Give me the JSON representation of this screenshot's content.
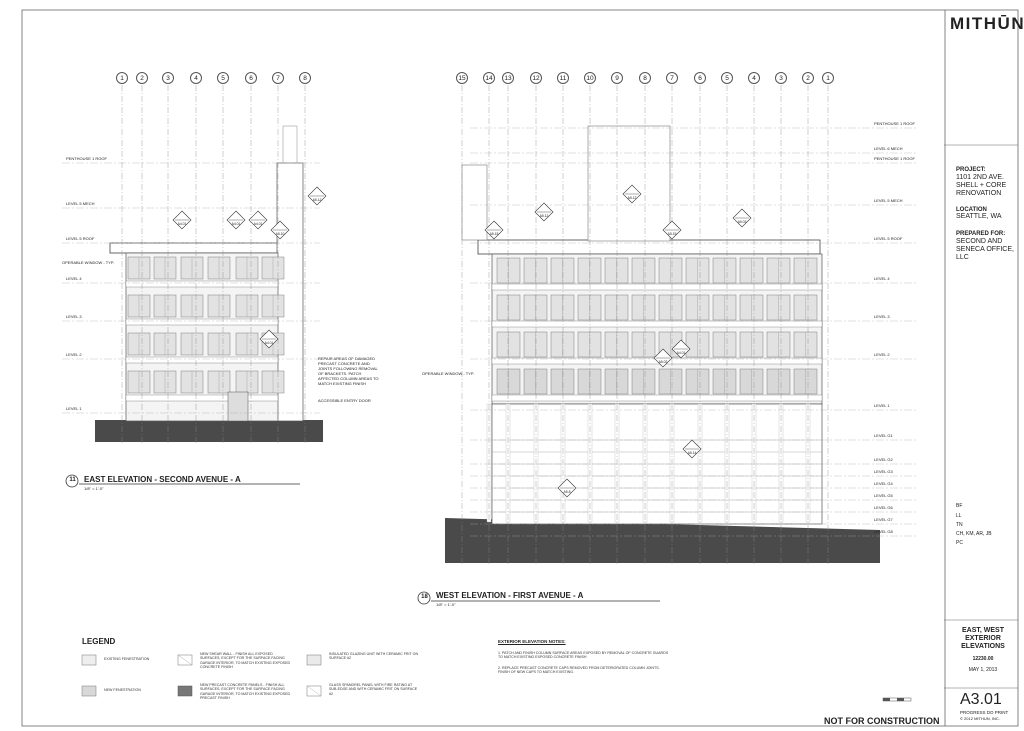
{
  "sheet": {
    "firm": "MITHŪN",
    "project_label": "PROJECT:",
    "project_name": "1101 2ND AVE. SHELL + CORE RENOVATION",
    "location_label": "LOCATION",
    "location": "SEATTLE, WA",
    "prepared_for_label": "PREPARED FOR:",
    "client": "SECOND AND SENECA OFFICE, LLC",
    "sheet_title": "EAST, WEST EXTERIOR ELEVATIONS",
    "project_number": "12230.00",
    "date": "MAY 1, 2013",
    "sheet_number": "A3.01",
    "status": "PROGRESS DO PRINT",
    "copyright": "© 2012 MITHUN, INC.",
    "initials": [
      "BF",
      "LL",
      "TN",
      "CH, KM, AR, JB",
      "PC"
    ],
    "stamp": "NOT FOR CONSTRUCTION"
  },
  "east_elevation": {
    "number": "11",
    "title": "EAST ELEVATION - SECOND AVENUE - A",
    "scale": "1/8\" = 1'-0\"",
    "grid_labels": [
      "1",
      "2",
      "3",
      "4",
      "5",
      "6",
      "7",
      "8"
    ],
    "level_labels": [
      "PENTHOUSE 1 ROOF",
      "LEVEL 5 MECH",
      "LEVEL 5 ROOF",
      "LEVEL 4",
      "LEVEL 3",
      "LEVEL 2",
      "LEVEL 1"
    ],
    "notes": [
      "OPERABLE WINDOW - TYP.",
      "REPAIR AREAS OF DAMAGED PRECAST CONCRETE AND JOINTS FOLLOWING REMOVAL OF BRACKETS. PATCH AFFECTED COLUMN AREAS TO MATCH EXISTING FINISH",
      "ACCESSIBLE ENTRY DOOR"
    ],
    "callouts": [
      "A4.01",
      "A4.01",
      "A4.01",
      "A5.10",
      "A5.12",
      "A4.01"
    ]
  },
  "west_elevation": {
    "number": "18",
    "title": "WEST ELEVATION - FIRST AVENUE - A",
    "scale": "1/8\" = 1'-0\"",
    "grid_labels": [
      "15",
      "14",
      "13",
      "12",
      "11",
      "10",
      "9",
      "8",
      "7",
      "6",
      "5",
      "4",
      "3",
      "2",
      "1"
    ],
    "level_labels": [
      "PENTHOUSE 1 ROOF",
      "LEVEL 6 MECH",
      "PENTHOUSE 1 ROOF",
      "LEVEL 5 MECH",
      "LEVEL 5 ROOF",
      "LEVEL 4",
      "LEVEL 3",
      "LEVEL 2",
      "LEVEL 1",
      "LEVEL G1",
      "LEVEL G2",
      "LEVEL G3",
      "LEVEL G4",
      "LEVEL G5",
      "LEVEL G6",
      "LEVEL G7",
      "LEVEL G8"
    ],
    "notes": [
      "OPERABLE WINDOW - TYP."
    ],
    "callouts": [
      "A5.15",
      "A5.12",
      "A5.12",
      "A5.15",
      "A5.03",
      "A4.01",
      "A5.02",
      "A5.14",
      "A5.8"
    ]
  },
  "legend": {
    "title": "LEGEND",
    "items": [
      "EXISTING FENESTRATION",
      "NEW FENESTRATION",
      "NEW SHEAR WALL - FINISH ALL EXPOSED SURFACES, EXCEPT FOR THE SURFACE FACING GARAGE INTERIOR, TO MATCH EXISTING EXPOSED CONCRETE FINISH",
      "NEW PRECAST CONCRETE PANELS - FINISH ALL SURFACES, EXCEPT FOR THE SURFACE FACING GARAGE INTERIOR, TO MATCH EXISTING EXPOSED PRECAST FINISH",
      "INSULATED GLAZING UNIT WITH CERAMIC FRIT ON SURFACE #2",
      "GLASS SPANDREL PANEL WITH FIRE RATING AT SUB-EDGE AND WITH CERAMIC FRIT ON SURFACE #2"
    ]
  },
  "exterior_notes": {
    "title": "EXTERIOR ELEVATION NOTES:",
    "items": [
      "1. PATCH AND FINISH COLUMN SURFACE AREAS EXPOSED BY REMOVAL OF CONCRETE GUARDS TO MATCH EXISTING EXPOSED CONCRETE FINISH",
      "2. REPLACE PRECAST CONCRETE CAPS REMOVED FROM DETERIORATED COLUMN JOINTS. FINISH OF NEW CAPS TO MATCH EXISTING."
    ]
  },
  "colors": {
    "ground": "#4a4a4a",
    "glass": "#e2e2e2",
    "line": "#555555"
  }
}
